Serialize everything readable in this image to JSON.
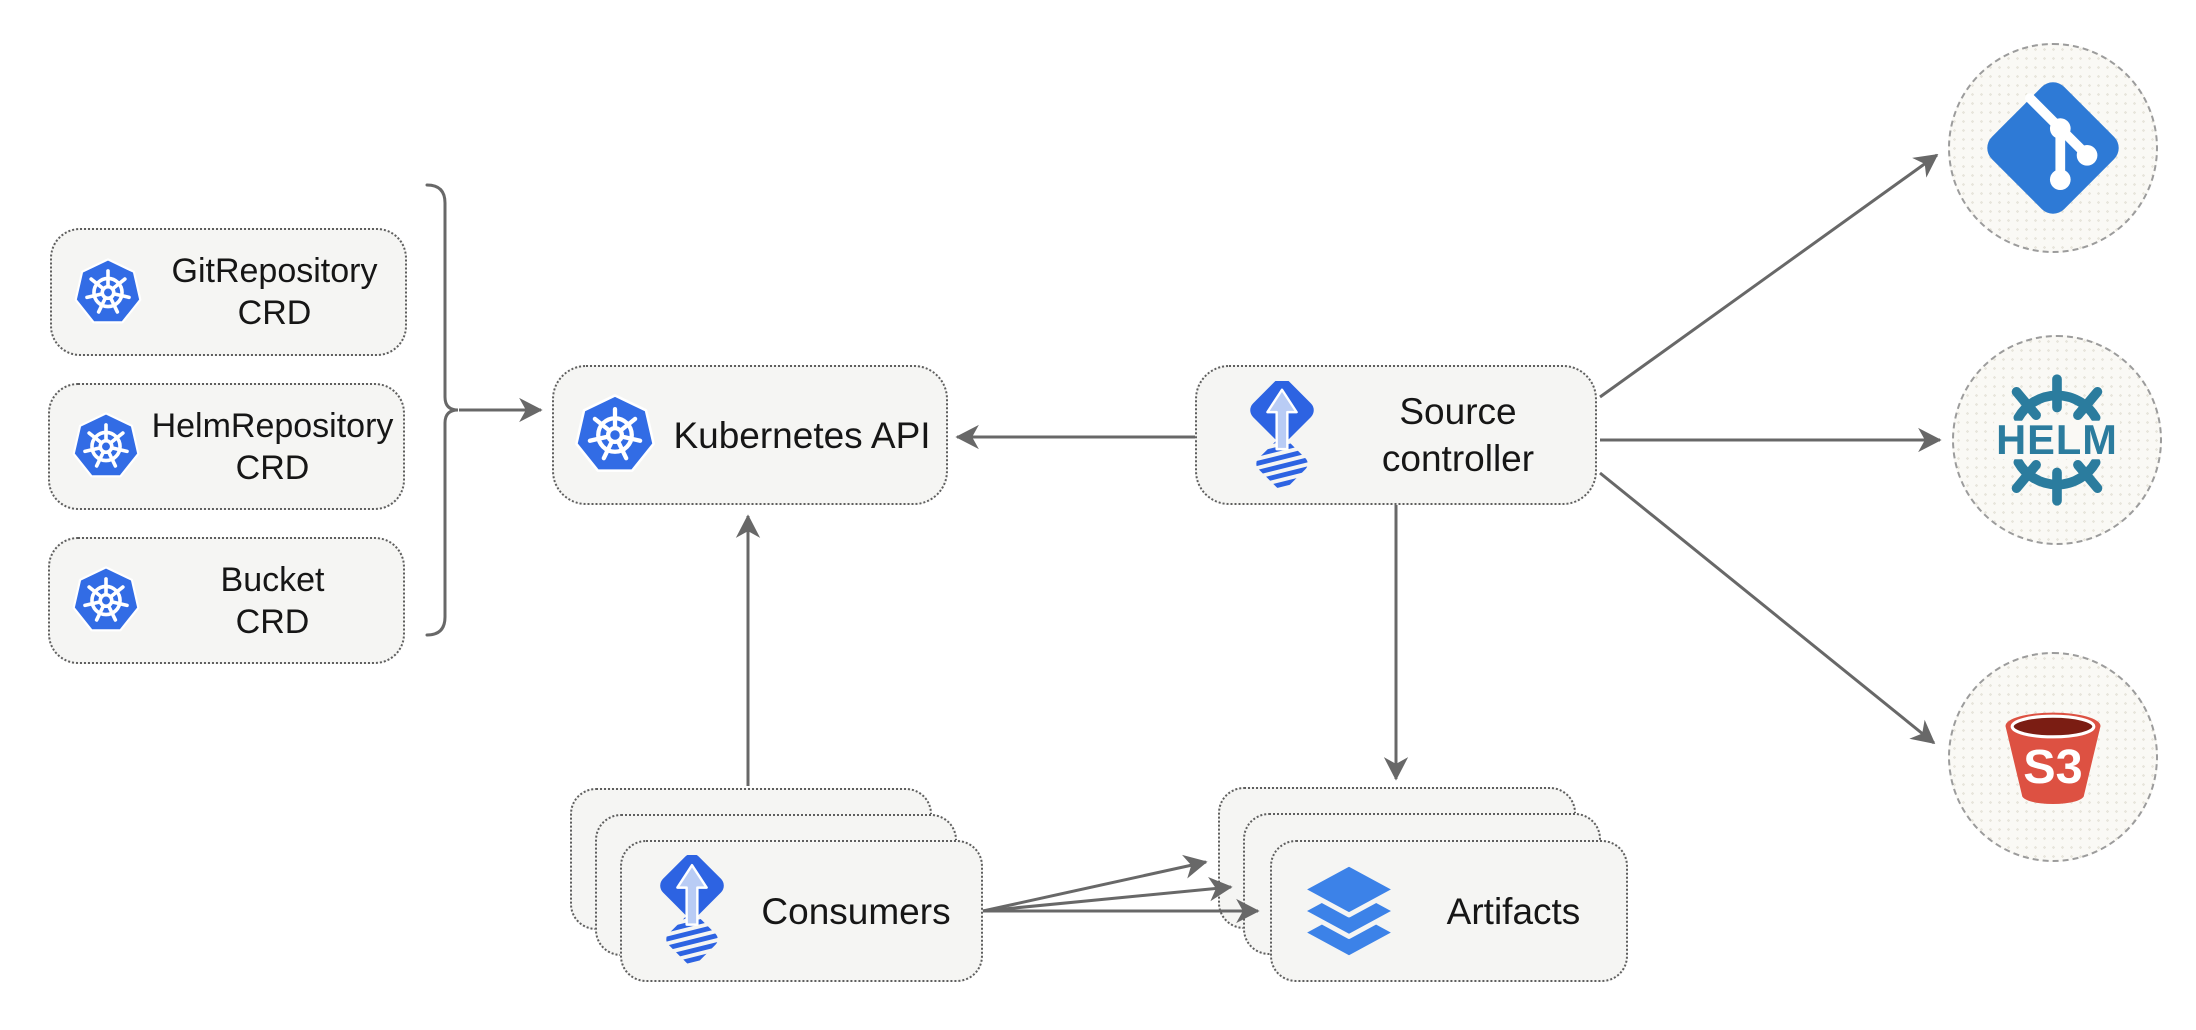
{
  "diagram": {
    "nodes": {
      "gitrepo_crd": {
        "line1": "GitRepository",
        "line2": "CRD",
        "icon": "kubernetes-icon"
      },
      "helmrepo_crd": {
        "line1": "HelmRepository",
        "line2": "CRD",
        "icon": "kubernetes-icon"
      },
      "bucket_crd": {
        "line1": "Bucket",
        "line2": "CRD",
        "icon": "kubernetes-icon"
      },
      "kubernetes_api": {
        "label": "Kubernetes API",
        "icon": "kubernetes-icon"
      },
      "source_controller": {
        "line1": "Source",
        "line2": "controller",
        "icon": "flux-icon"
      },
      "consumers": {
        "label": "Consumers",
        "icon": "flux-icon",
        "stacked": 3
      },
      "artifacts": {
        "label": "Artifacts",
        "icon": "layers-icon",
        "stacked": 3
      }
    },
    "targets": {
      "git": {
        "icon": "git-icon",
        "label": ""
      },
      "helm": {
        "icon": "helm-icon",
        "label": "HELM"
      },
      "s3": {
        "icon": "s3-bucket-icon",
        "label": "S3"
      }
    },
    "edges": [
      {
        "from": "crd_group_bracket",
        "to": "kubernetes_api"
      },
      {
        "from": "source_controller",
        "to": "kubernetes_api"
      },
      {
        "from": "consumers",
        "to": "kubernetes_api"
      },
      {
        "from": "source_controller",
        "to": "artifacts"
      },
      {
        "from": "consumers",
        "to": "artifacts",
        "count": 3
      },
      {
        "from": "source_controller",
        "to": "git"
      },
      {
        "from": "source_controller",
        "to": "helm"
      },
      {
        "from": "source_controller",
        "to": "s3"
      }
    ],
    "colors": {
      "kubernetes_blue": "#326CE5",
      "flux_blue": "#2D63E2",
      "flux_arrow_light": "#B9CCF5",
      "layers_blue": "#3C82E8",
      "git_blue": "#2E7AD6",
      "helm_teal": "#2B7C9E",
      "s3_red": "#DD5142",
      "s3_dark": "#7B1D13",
      "box_fill": "#F5F5F3",
      "box_border": "#5E5E5E",
      "circle_fill": "#FAF9F5",
      "circle_border": "#9C9C9C",
      "connector": "#686868",
      "text": "#161616"
    }
  }
}
